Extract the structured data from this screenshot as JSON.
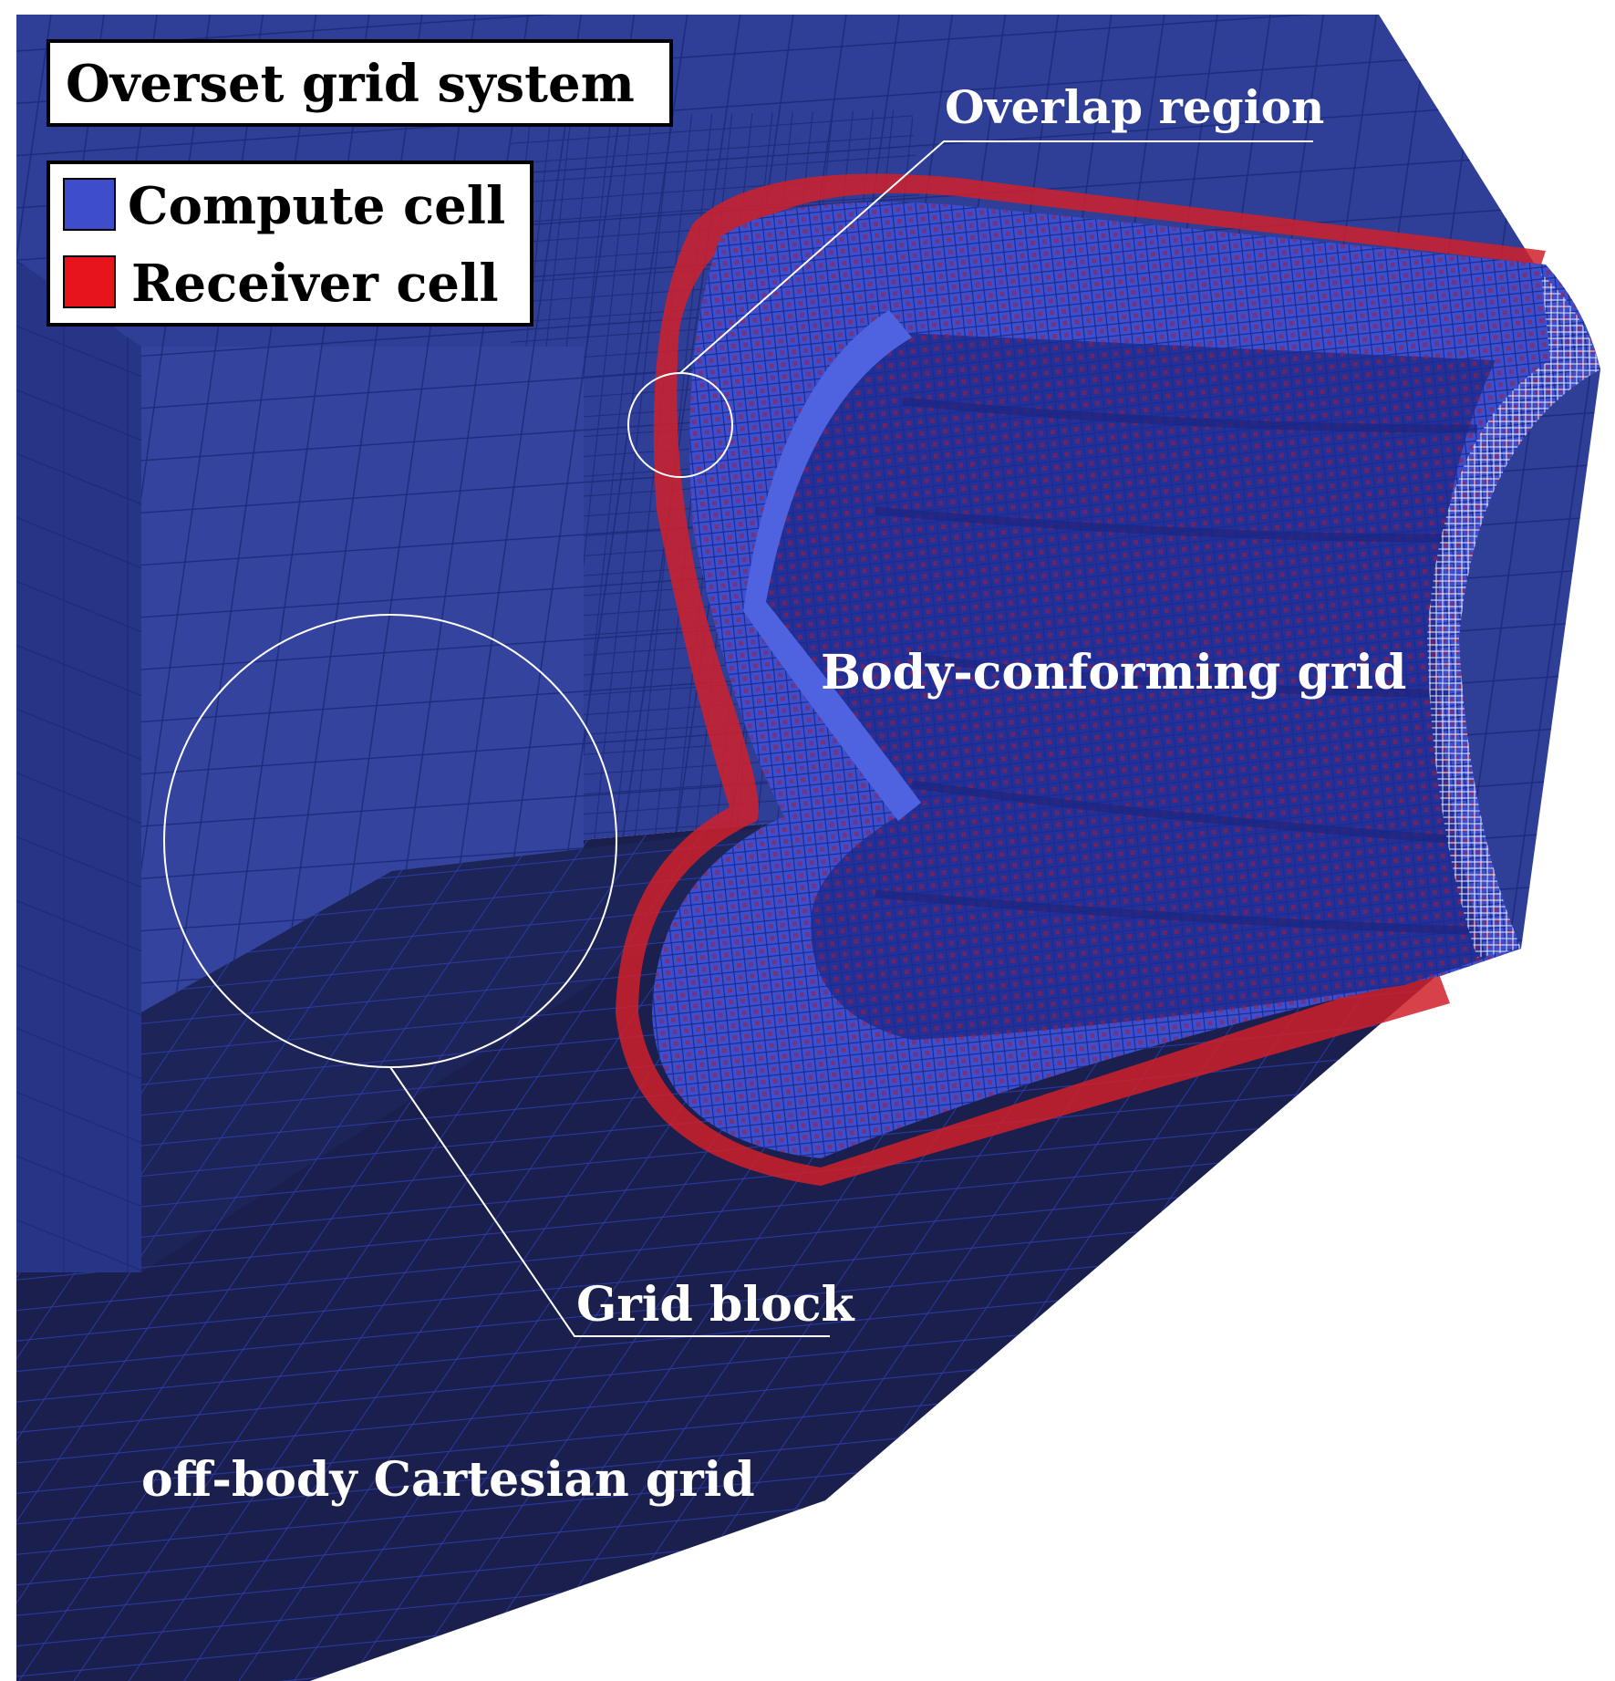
{
  "title": "Overset grid system",
  "legend": {
    "items": [
      {
        "label": "Compute cell",
        "color": "#3d4dcc"
      },
      {
        "label": "Receiver cell",
        "color": "#e8141c"
      }
    ]
  },
  "annotations": {
    "overlap": "Overlap region",
    "body_grid": "Body-conforming grid",
    "grid_block": "Grid block",
    "offbody": "off-body Cartesian grid"
  },
  "colors": {
    "background": "#ffffff",
    "cartesian_top": "#2f3e96",
    "cartesian_side": "#263585",
    "cartesian_bottom": "#1a1f4d",
    "block_face": "#34449e",
    "body_grid": "#3c4fd0",
    "body_grid_dark": "#23309a",
    "receiver": "#d0202a",
    "grid_line": "#1c2a7a",
    "annotation": "#ffffff"
  }
}
